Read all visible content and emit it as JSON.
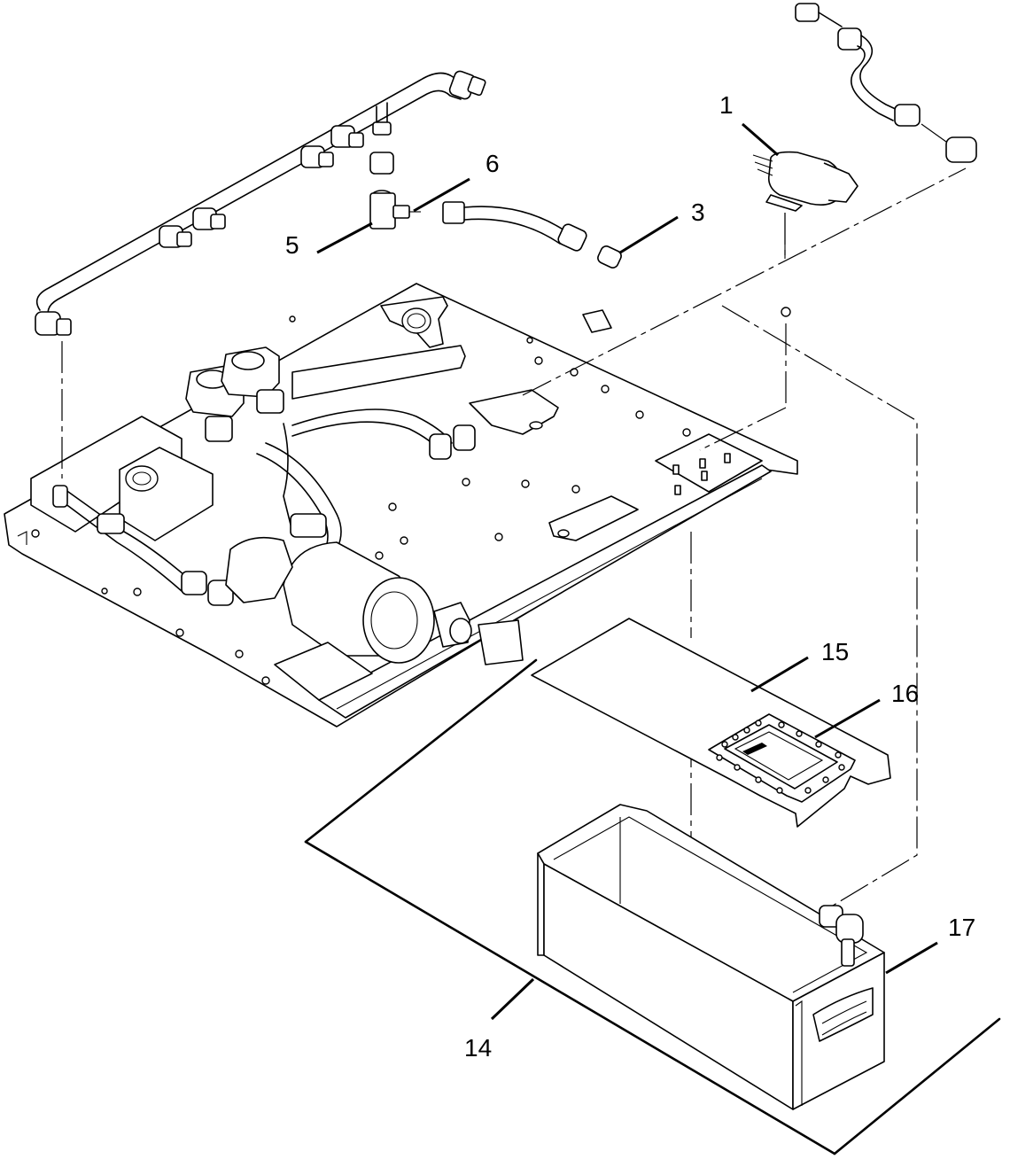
{
  "callouts": {
    "c1": "1",
    "c3": "3",
    "c5": "5",
    "c6": "6",
    "c14": "14",
    "c15": "15",
    "c16": "16",
    "c17": "17"
  }
}
